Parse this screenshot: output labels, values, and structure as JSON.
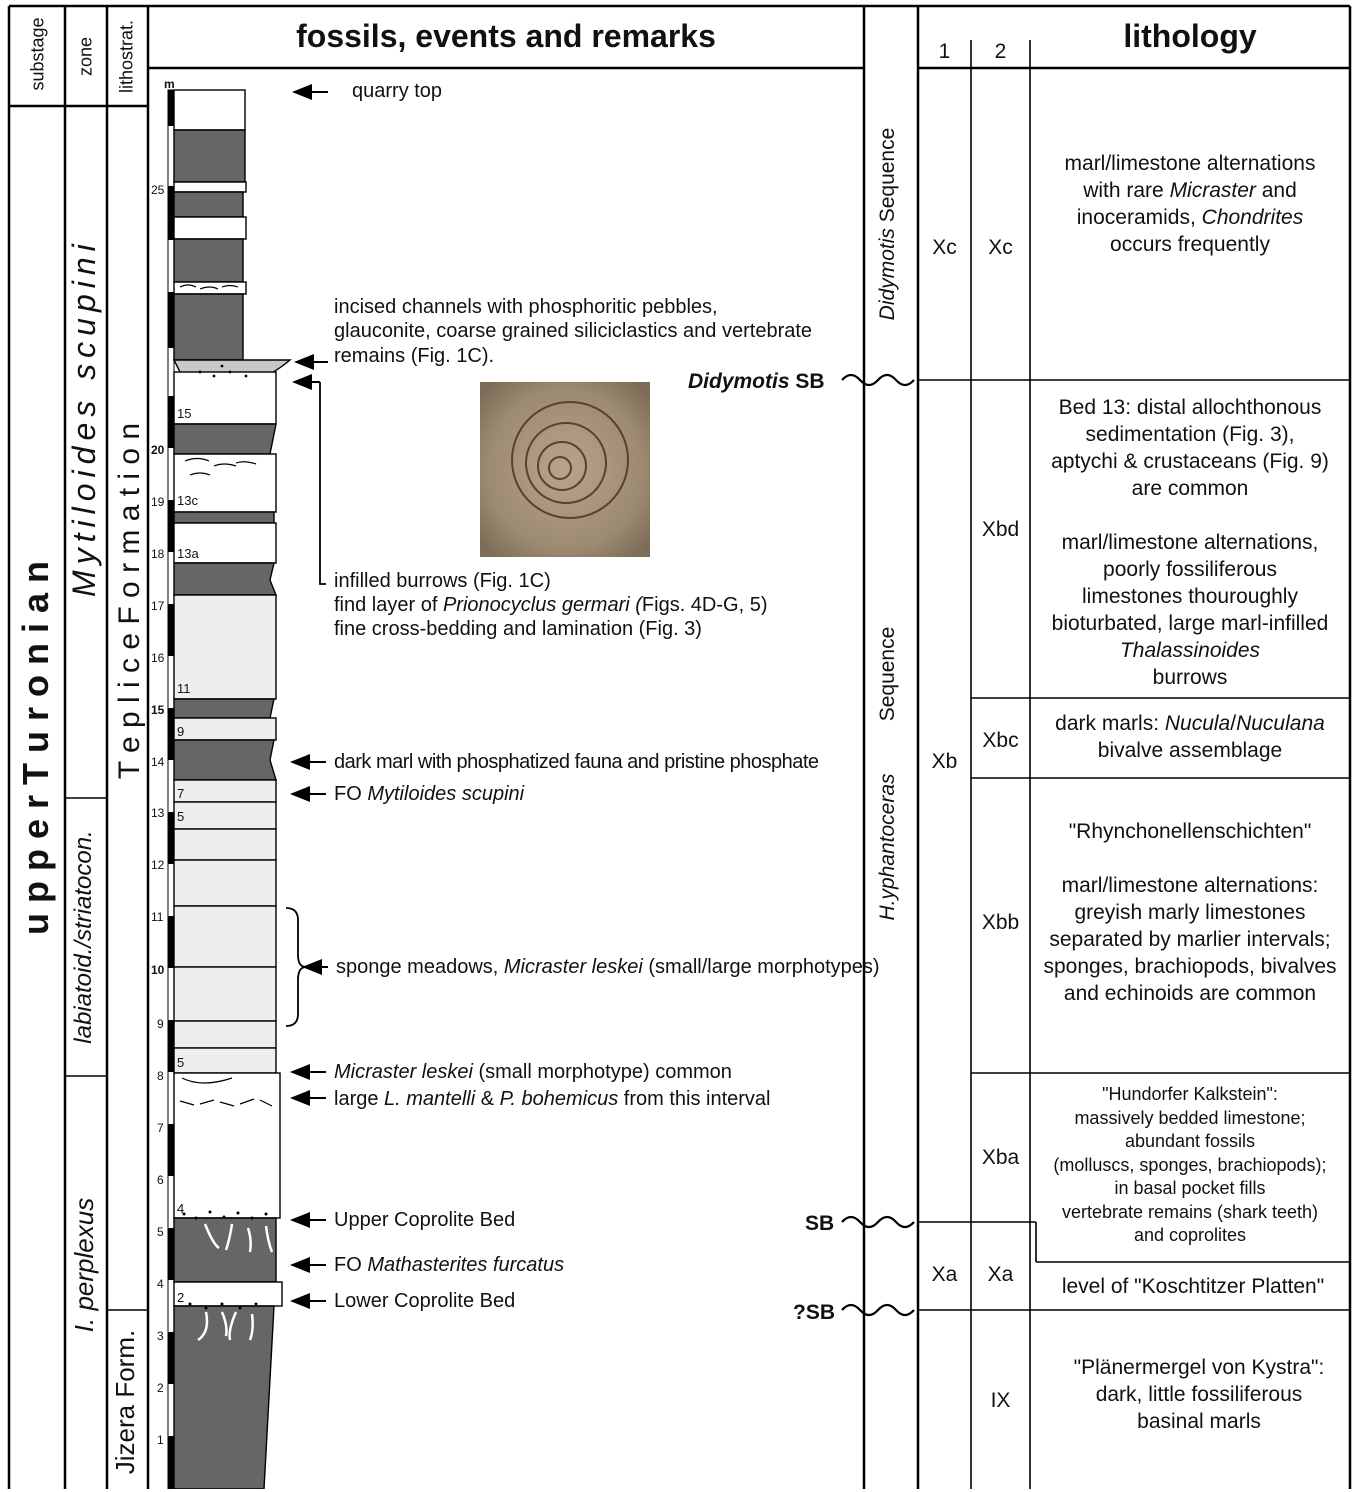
{
  "headers": {
    "substage": "substage",
    "zone": "zone",
    "lithostrat": "lithostrat.",
    "remarks": "fossils, events and remarks",
    "col1": "1",
    "col2": "2",
    "lithology": "lithology"
  },
  "substage": "u p p e r   T u r o n i a n",
  "zones": [
    {
      "text": "Mytiloides scupini",
      "style": "italic"
    },
    {
      "text": "labiatoid./striatocon.",
      "style": "italic"
    },
    {
      "text": "I. perplexus",
      "style": "italic"
    }
  ],
  "formations": {
    "teplice": "T e p l i c e   F o r m a t i o n",
    "jizera": "Jizera Form."
  },
  "scale": {
    "unit": "m",
    "ticks": [
      "1",
      "2",
      "3",
      "4",
      "5",
      "6",
      "7",
      "8",
      "9",
      "10",
      "11",
      "12",
      "13",
      "14",
      "15",
      "16",
      "17",
      "18",
      "19",
      "20",
      "25"
    ]
  },
  "bed_labels": [
    "15",
    "13c",
    "13a",
    "11",
    "9",
    "7",
    "5",
    "5",
    "4",
    "2"
  ],
  "remarks": {
    "quarry_top": "quarry top",
    "channels": [
      "incised channels with phosphoritic pebbles,",
      "glauconite, coarse grained siliciclastics and vertebrate",
      "remains (Fig. 1C)."
    ],
    "burrows_1": "infilled burrows (Fig. 1C)",
    "burrows_2a": "find layer of ",
    "burrows_2b": "Prionocyclus germari (",
    "burrows_2c": "Figs. 4D-G, 5)",
    "burrows_3": "fine cross-bedding and lamination (Fig. 3)",
    "dark_marl": "dark marl with phosphatized fauna and pristine phosphate",
    "fo_scupini_a": "FO ",
    "fo_scupini_b": "Mytiloides scupini",
    "sponge_a": "sponge meadows, ",
    "sponge_b": "Micraster leskei",
    "sponge_c": " (small/large morphotypes)",
    "micraster_a": "Micraster leskei",
    "micraster_b": " (small morphotype) common",
    "large_a": "large ",
    "large_b": "L. mantelli",
    "large_c": " & ",
    "large_d": "P. bohemicus",
    "large_e": "  from this interval",
    "upper_coprolite": "Upper Coprolite Bed",
    "fo_furcatus_a": "FO ",
    "fo_furcatus_b": "Mathasterites furcatus",
    "lower_coprolite": "Lower Coprolite Bed"
  },
  "boundaries": {
    "didymotis_a": "Didymotis",
    "didymotis_b": " SB",
    "sb": "SB",
    "qsb": "?SB"
  },
  "sequences": {
    "didymotis_a": "Didymotis",
    "didymotis_b": " Sequence",
    "hyph_a": "H.yphantoceras",
    "hyph_b": "Sequence"
  },
  "units_col1": [
    "Xc",
    "Xb",
    "Xa"
  ],
  "units_col2": [
    "Xc",
    "Xbd",
    "Xbc",
    "Xbb",
    "Xba",
    "Xa",
    "IX"
  ],
  "lithology": {
    "xc": [
      "marl/limestone alternations",
      "with rare |Micraster| and",
      "inoceramids, |Chondrites|",
      "occurs frequently"
    ],
    "xbd": [
      "Bed 13: distal allochthonous",
      "sedimentation (Fig. 3),",
      "aptychi & crustaceans (Fig. 9)",
      "are common",
      "",
      "marl/limestone alternations,",
      "poorly fossiliferous",
      "limestones thouroughly",
      "bioturbated, large marl-infilled",
      "|Thalassinoides|",
      "burrows"
    ],
    "xbc": [
      "dark marls: |Nucula|/|Nuculana|",
      "bivalve assemblage"
    ],
    "xbb": [
      "\"Rhynchonellenschichten\"",
      "",
      "marl/limestone alternations:",
      "greyish marly limestones",
      "separated by marlier intervals;",
      "sponges, brachiopods, bivalves",
      "and echinoids are common"
    ],
    "xba": [
      "\"Hundorfer Kalkstein\":",
      "massively bedded limestone;",
      "abundant fossils",
      "(molluscs, sponges, brachiopods);",
      "in basal pocket fills",
      "vertebrate remains (shark teeth)",
      "and coprolites"
    ],
    "xa": [
      "level of \"Koschtitzer Platten\""
    ],
    "ix": [
      "\"Plänermergel von Kystra\":",
      "dark, little fossiliferous",
      "basinal marls"
    ]
  }
}
